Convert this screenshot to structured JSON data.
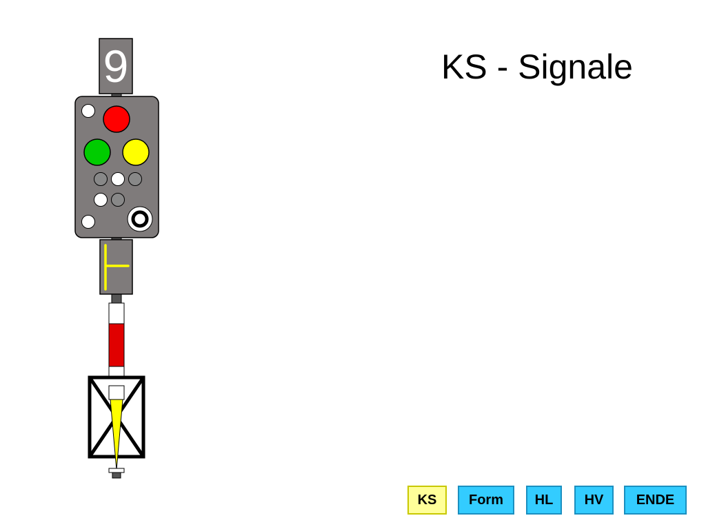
{
  "slide": {
    "title": "KS - Signale"
  },
  "signal": {
    "speed_indicator_digit": "9",
    "colors": {
      "housing": "#7f7b7b",
      "red_lamp": "#ff0000",
      "green_lamp": "#00cc00",
      "yellow_lamp": "#ffff00",
      "white_lamp": "#ffffff",
      "dark_lamp": "#888888",
      "direction_indicator": "#ffff00",
      "mast_red": "#e00000",
      "mast_white": "#ffffff"
    }
  },
  "nav": {
    "ks_label": "KS",
    "form_label": "Form",
    "hl_label": "HL",
    "hv_label": "HV",
    "ende_label": "ENDE",
    "active_color": "#ffff99",
    "inactive_color": "#33ccff"
  }
}
